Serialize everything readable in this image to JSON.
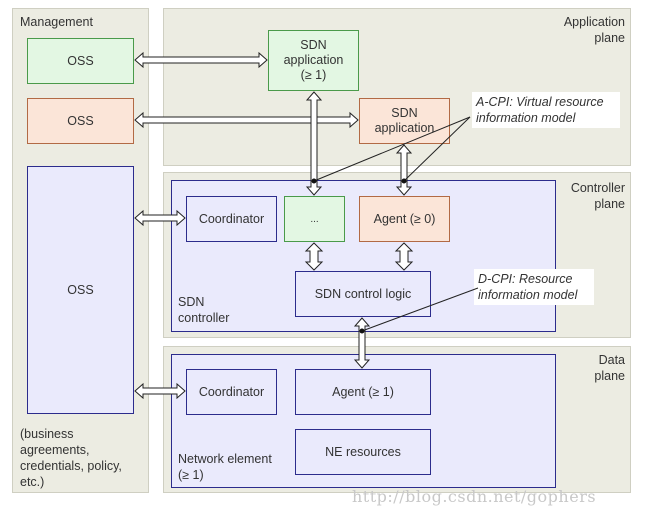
{
  "planes": {
    "management": {
      "label": "Management",
      "note": "(business agreements, credentials, policy, etc.)"
    },
    "application": {
      "label_line1": "Application",
      "label_line2": "plane"
    },
    "controller": {
      "label_line1": "Controller",
      "label_line2": "plane"
    },
    "data": {
      "label_line1": "Data",
      "label_line2": "plane"
    }
  },
  "management_boxes": {
    "oss_green": "OSS",
    "oss_orange": "OSS",
    "oss_blue": "OSS"
  },
  "application_boxes": {
    "sdn_app_green": {
      "line1": "SDN",
      "line2": "application",
      "line3": "(≥ 1)"
    },
    "sdn_app_orange": {
      "line1": "SDN",
      "line2": "application"
    }
  },
  "controller": {
    "container_label_line1": "SDN",
    "container_label_line2": "controller",
    "coordinator": "Coordinator",
    "ellipsis": "...",
    "agent": "Agent (≥ 0)",
    "control_logic": "SDN control logic"
  },
  "network_element": {
    "container_label_line1": "Network element",
    "container_label_line2": "(≥ 1)",
    "coordinator": "Coordinator",
    "agent": "Agent (≥ 1)",
    "resources": "NE resources"
  },
  "callouts": {
    "a_cpi_line1": "A-CPI: Virtual resource",
    "a_cpi_line2": "information model",
    "d_cpi_line1": "D-CPI: Resource",
    "d_cpi_line2": "information model"
  },
  "watermark": "http://blog.csdn.net/gophers"
}
